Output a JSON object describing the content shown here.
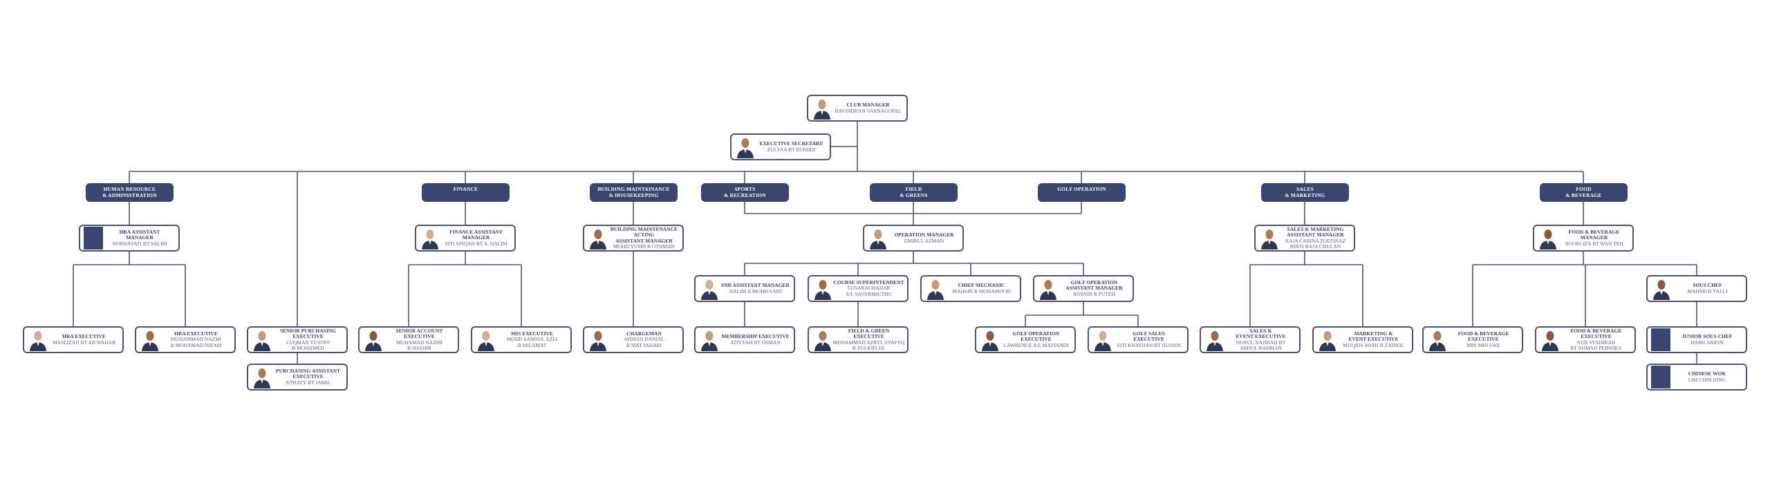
{
  "colors": {
    "line": "#4a5380",
    "dept_fill": "#3b4570",
    "title": "#3b4570",
    "name": "#5b6186"
  },
  "departments": [
    {
      "id": "hr",
      "label": [
        "HUMAN RESOURCE",
        "& ADMINISTRATION"
      ]
    },
    {
      "id": "fin",
      "label": [
        "FINANCE"
      ]
    },
    {
      "id": "bm",
      "label": [
        "BUILDING MAINTAINANCE",
        "& HOUSEKEEPING"
      ]
    },
    {
      "id": "sports",
      "label": [
        "SPORTS",
        "& RECREATION"
      ]
    },
    {
      "id": "field",
      "label": [
        "FIELD",
        "& GREENS"
      ]
    },
    {
      "id": "golf",
      "label": [
        "GOLF OPERATION"
      ]
    },
    {
      "id": "sales",
      "label": [
        "SALES",
        "& MARKETING"
      ]
    },
    {
      "id": "fb",
      "label": [
        "FOOD",
        "& BEVERAGE"
      ]
    }
  ],
  "people": [
    {
      "id": "cm",
      "title": [
        "CLUB MANAGER"
      ],
      "name": [
        "RAVINDRAN VARNAGOPAL"
      ],
      "photo": "portrait"
    },
    {
      "id": "es",
      "title": [
        "EXECUTIVE SECRETARY"
      ],
      "name": [
        "ZULFAA BT ROSHDI"
      ],
      "photo": "portrait"
    },
    {
      "id": "hra_am",
      "title": [
        "HRA ASSISTANT",
        "MANAGER"
      ],
      "name": [
        "NORHAYATI BT SALIM"
      ],
      "photo": "placeholder"
    },
    {
      "id": "fin_am",
      "title": [
        "FINANCE ASSISTANT",
        "MANAGER"
      ],
      "name": [
        "SITI AFIQAH BT A. HALIM"
      ],
      "photo": "portrait"
    },
    {
      "id": "bm_am",
      "title": [
        "BUILDING MAINTENANCE",
        "ACTING",
        "ASSISTANT MANAGER"
      ],
      "name": [
        "MOHD YUSRI B OTHMAN"
      ],
      "photo": "portrait"
    },
    {
      "id": "op_m",
      "title": [
        "OPERATION MANAGER"
      ],
      "name": [
        "EMIRUL AZMAN"
      ],
      "photo": "portrait"
    },
    {
      "id": "sm_am",
      "title": [
        "SALES & MARKETING",
        "ASSISTANT MANAGER"
      ],
      "name": [
        "RAJA CARINA ZOEFINAZ",
        "BINTI RAJA CHULAN"
      ],
      "photo": "portrait"
    },
    {
      "id": "fb_m",
      "title": [
        "FOOD & BEVERAGE",
        "MANAGER"
      ],
      "name": [
        "NOORLIZA BT WAN TEH"
      ],
      "photo": "portrait"
    },
    {
      "id": "snr_am",
      "title": [
        "SNR ASSISTANT MANAGER"
      ],
      "name": [
        "HALIM B MOHD SAID"
      ],
      "photo": "portrait"
    },
    {
      "id": "cs",
      "title": [
        "COURSE SUPERINTENDENT"
      ],
      "name": [
        "TENARACHAHAR",
        "A/L SAVARIMUTHU"
      ],
      "photo": "portrait"
    },
    {
      "id": "cmech",
      "title": [
        "CHIEF MECHANIC"
      ],
      "name": [
        "MAHSIN B MOHAMOOD"
      ],
      "photo": "portrait"
    },
    {
      "id": "go_am",
      "title": [
        "GOLF OPERATION",
        "ASSISTANT MANAGER"
      ],
      "name": [
        "ROSNIN B PUTEH"
      ],
      "photo": "portrait"
    },
    {
      "id": "sous",
      "title": [
        "SOUS CHEF"
      ],
      "name": [
        "MAHMUD YALLI"
      ],
      "photo": "portrait"
    },
    {
      "id": "hra_e1",
      "title": [
        "HRA EXECUTIVE"
      ],
      "name": [
        "MASLIZAH BT AB WAHAB"
      ],
      "photo": "portrait"
    },
    {
      "id": "hra_e2",
      "title": [
        "HRA EXECUTIVE"
      ],
      "name": [
        "MUHAMMAD NAZMI",
        "B MOHAMAD NIZAM"
      ],
      "photo": "portrait"
    },
    {
      "id": "spe",
      "title": [
        "SENIOR PURCHASING",
        "EXECUTIVE"
      ],
      "name": [
        "LUQMAN YUSOFF",
        "B MOHAMED"
      ],
      "photo": "portrait"
    },
    {
      "id": "pae",
      "title": [
        "PURCHASING ASSISTANT",
        "EXECUTIVE"
      ],
      "name": [
        "JUNIATY BT JAMIL"
      ],
      "photo": "portrait"
    },
    {
      "id": "sae",
      "title": [
        "SENIOR ACCOUNT",
        "EXECUTIVE"
      ],
      "name": [
        "MUHAMAD NAZMI",
        "B SHAHIR"
      ],
      "photo": "portrait"
    },
    {
      "id": "mis",
      "title": [
        "MIS EXECUTIVE"
      ],
      "name": [
        "MOHD SAMSUL AZLI",
        "B SELAMAT"
      ],
      "photo": "portrait"
    },
    {
      "id": "charge",
      "title": [
        "CHARGEMAN"
      ],
      "name": [
        "AHMAD DANIAL",
        "B MAT JAHARI"
      ],
      "photo": "portrait"
    },
    {
      "id": "mem",
      "title": [
        "MEMBERSHIP EXECUTIVE"
      ],
      "name": [
        "ATIYYAH BT OSMAN"
      ],
      "photo": "portrait"
    },
    {
      "id": "fge",
      "title": [
        "FIELD & GREEN",
        "EXECUTIVE"
      ],
      "name": [
        "MUHAMMAD AZRYL SYAFYQ",
        "B ZULKIFLEE"
      ],
      "photo": "portrait"
    },
    {
      "id": "goe",
      "title": [
        "GOLF OPERATION",
        "EXECUTIVE"
      ],
      "name": [
        "LAWRENCE A/L MAIYANDI"
      ],
      "photo": "portrait"
    },
    {
      "id": "gse",
      "title": [
        "GOLF SALES",
        "EXECUTIVE"
      ],
      "name": [
        "SITI KHATIJAH BT HUSSIN"
      ],
      "photo": "portrait"
    },
    {
      "id": "see",
      "title": [
        "SALES &",
        "EVENT EXECUTIVE"
      ],
      "name": [
        "NURUL NAJIHAH BT",
        "ABDUL RAHMAN"
      ],
      "photo": "portrait"
    },
    {
      "id": "mee",
      "title": [
        "MARKETING &",
        "EVENT EXECUTIVE"
      ],
      "name": [
        "MUQRIS SHAH B ZAINOL"
      ],
      "photo": "portrait"
    },
    {
      "id": "fbe1",
      "title": [
        "FOOD & BEVERAGE",
        "EXECUTIVE"
      ],
      "name": [
        "MIN MIN SWE"
      ],
      "photo": "portrait"
    },
    {
      "id": "fbe2",
      "title": [
        "FOOD & BEVERAGE",
        "EXECUTIVE"
      ],
      "name": [
        "NUR SYAHIRAH",
        "BT AHMAD PERWIRA"
      ],
      "photo": "portrait"
    },
    {
      "id": "jsc",
      "title": [
        "JUNIOR SOUS CHEF"
      ],
      "name": [
        "HAIRI ARIFIN"
      ],
      "photo": "placeholder"
    },
    {
      "id": "wok",
      "title": [
        "CHINESE WOK"
      ],
      "name": [
        "LIM CHIN HING"
      ],
      "photo": "placeholder"
    }
  ]
}
